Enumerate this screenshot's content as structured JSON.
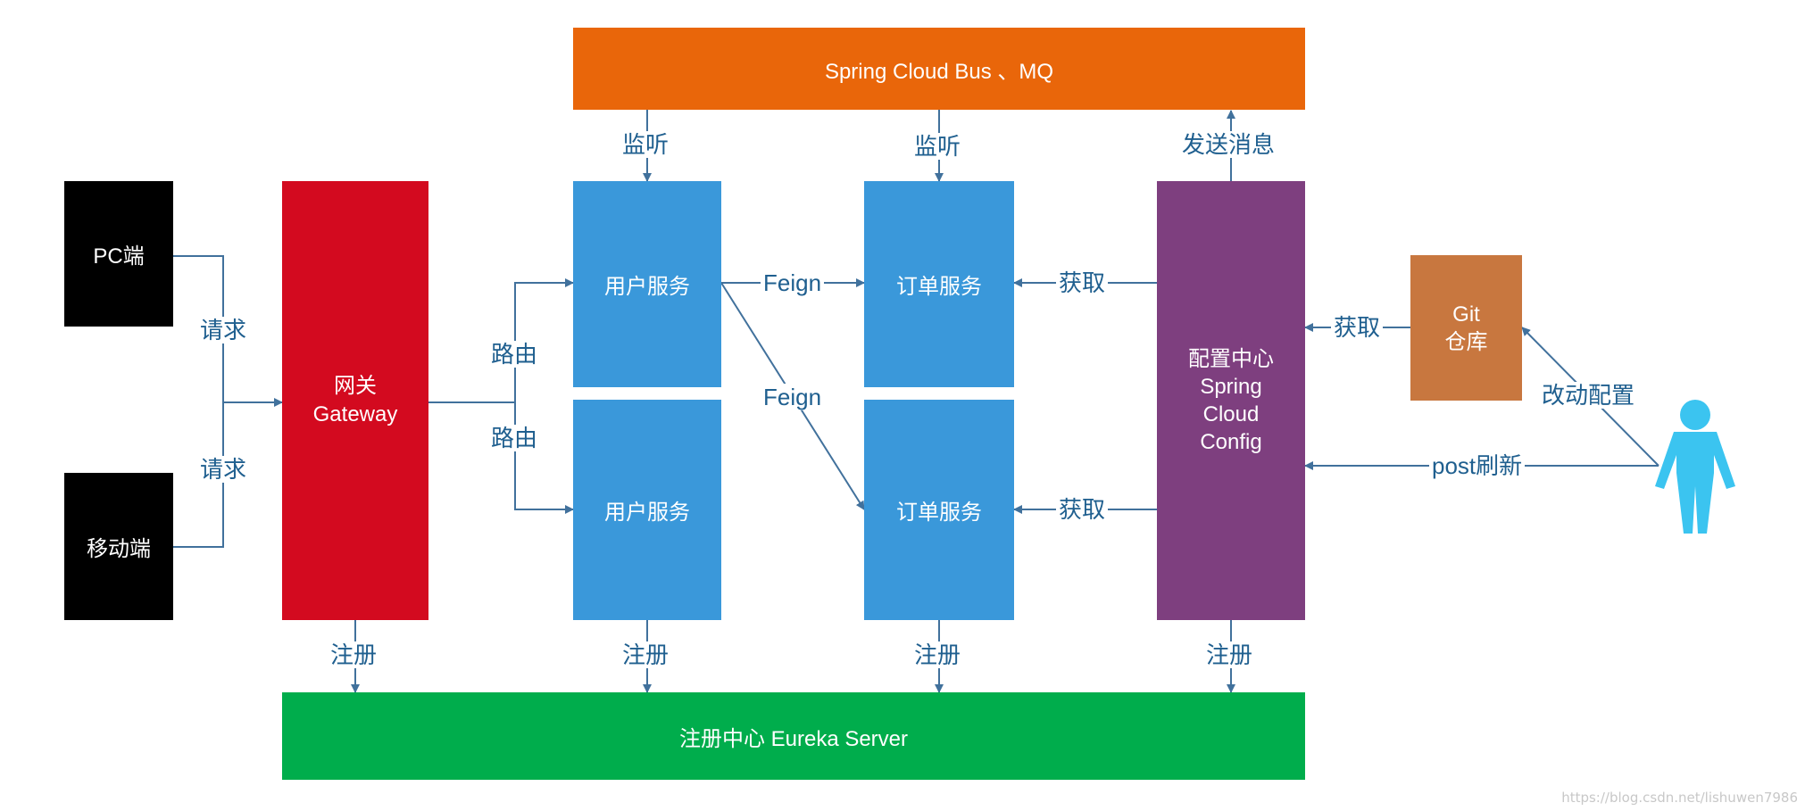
{
  "colors": {
    "black": "#000000",
    "gateway": "#d30a1f",
    "service": "#3a98da",
    "bus": "#e9660a",
    "config": "#7e3f7f",
    "git": "#c8773f",
    "eureka": "#00ad4c",
    "line": "#41719c",
    "person": "#3bc4f0"
  },
  "clients": {
    "pc": "PC端",
    "mobile": "移动端"
  },
  "gateway": {
    "line1": "网关",
    "line2": "Gateway"
  },
  "bus": {
    "title": "Spring  Cloud Bus 、MQ"
  },
  "services": {
    "user_top": "用户服务",
    "user_bottom": "用户服务",
    "order_top": "订单服务",
    "order_bottom": "订单服务"
  },
  "config": {
    "line1": "配置中心",
    "line2": "Spring",
    "line3": "Cloud",
    "line4": "Config"
  },
  "git": {
    "line1": "Git",
    "line2": "仓库"
  },
  "eureka": {
    "title": "注册中心  Eureka Server"
  },
  "labels": {
    "request_top": "请求",
    "request_bottom": "请求",
    "route_top": "路由",
    "route_bottom": "路由",
    "feign_straight": "Feign",
    "feign_diag": "Feign",
    "listen_user": "监听",
    "listen_order": "监听",
    "send_message": "发送消息",
    "fetch_top": "获取",
    "fetch_bottom": "获取",
    "fetch_git": "获取",
    "change_config": "改动配置",
    "post_refresh": "post刷新",
    "register_gateway": "注册",
    "register_user": "注册",
    "register_order": "注册",
    "register_config": "注册"
  },
  "watermark": "https://blog.csdn.net/lishuwen7986"
}
